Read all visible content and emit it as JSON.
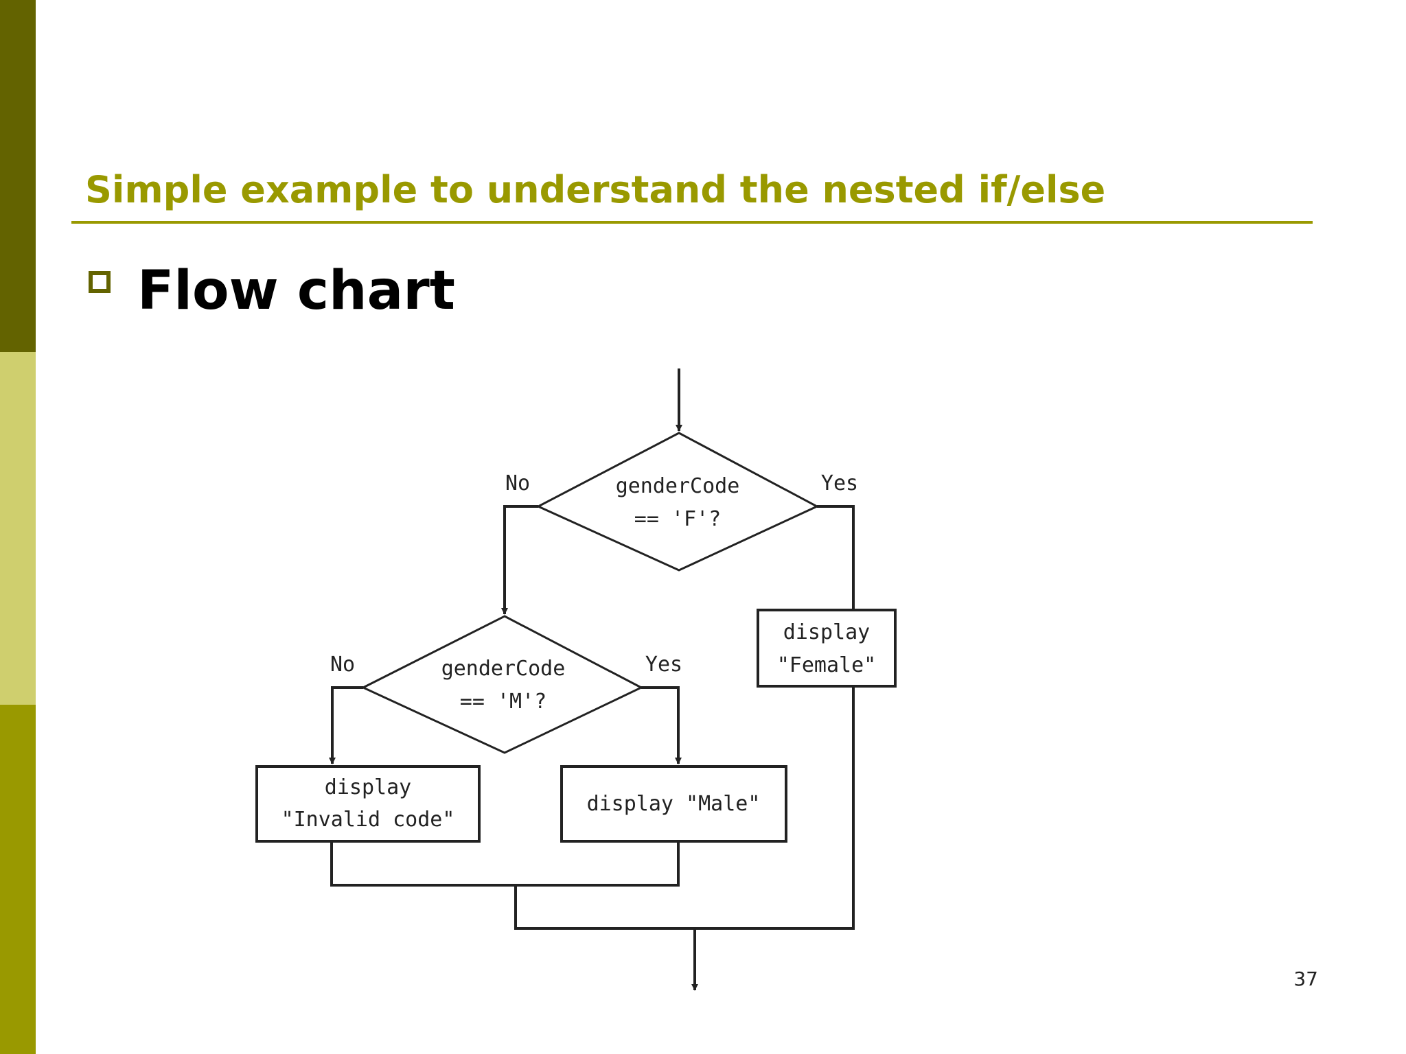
{
  "slide": {
    "title": "Simple example to understand the nested if/else",
    "bullet": "Flow chart",
    "page_number": "37"
  },
  "flowchart": {
    "decision_f": {
      "line1": "genderCode",
      "line2": "== 'F'?"
    },
    "decision_m": {
      "line1": "genderCode",
      "line2": "== 'M'?"
    },
    "label_f_no": "No",
    "label_f_yes": "Yes",
    "label_m_no": "No",
    "label_m_yes": "Yes",
    "box_female": {
      "line1": "display",
      "line2": "\"Female\""
    },
    "box_male": {
      "line1": "display \"Male\""
    },
    "box_invalid": {
      "line1": "display",
      "line2": "\"Invalid code\""
    }
  },
  "colors": {
    "accent": "#999900",
    "stripe_dark": "#636300",
    "stripe_light": "#cfcf6e",
    "stripe_bottom": "#999900"
  }
}
